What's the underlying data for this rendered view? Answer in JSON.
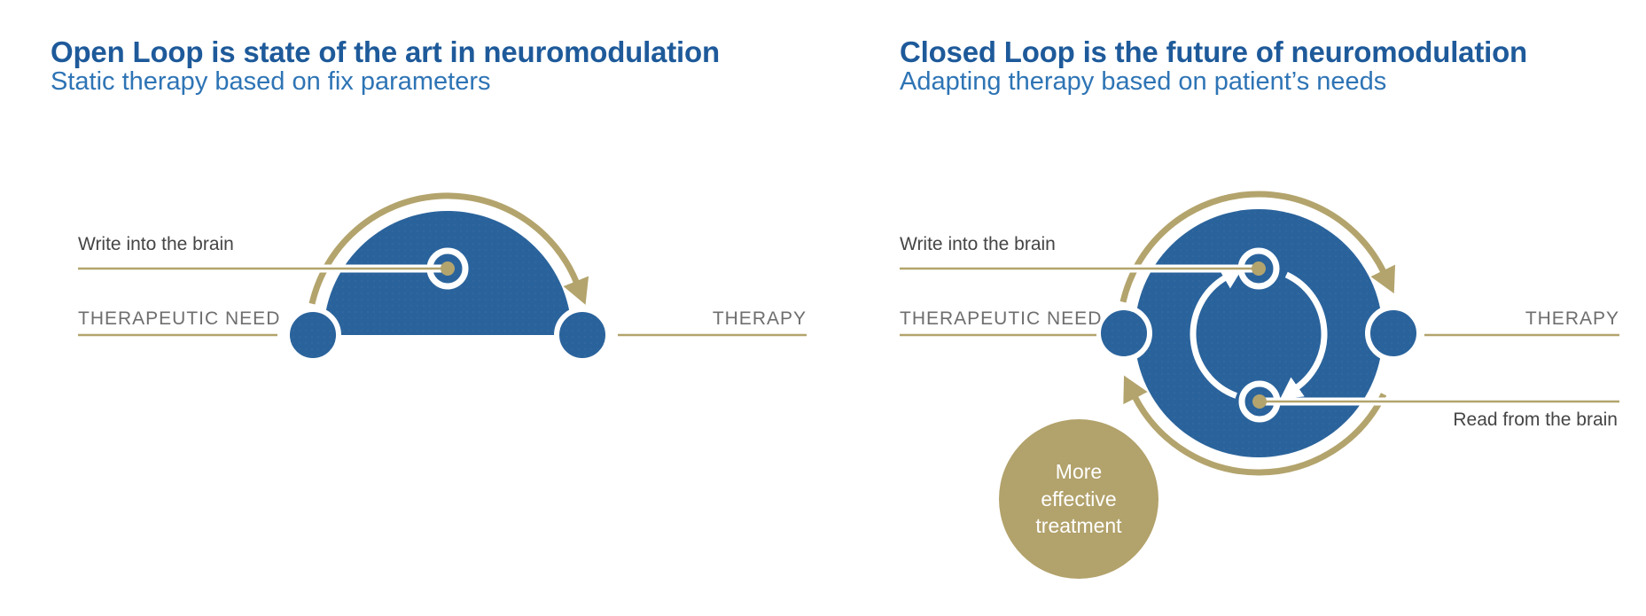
{
  "left_panel": {
    "title": "Open Loop is state of the art in neuromodulation",
    "subtitle": "Static therapy based on fix parameters",
    "labels": {
      "write": "Write into the brain",
      "need": "THERAPEUTIC NEED",
      "therapy": "THERAPY"
    }
  },
  "right_panel": {
    "title": "Closed Loop is the future of neuromodulation",
    "subtitle": "Adapting therapy based on patient’s needs",
    "labels": {
      "write": "Write into the brain",
      "read": "Read from the brain",
      "need": "THERAPEUTIC NEED",
      "therapy": "THERAPY",
      "badge_line1": "More",
      "badge_line2": "effective",
      "badge_line3": "treatment"
    }
  },
  "colors": {
    "brand_blue": "#2a639c",
    "accent_tan": "#b3a46d",
    "title_blue": "#1e5a9a",
    "subtitle_blue": "#2e74b5",
    "label_dark_gray": "#454545",
    "label_light_gray": "#6e6e6e",
    "badge_text": "#ffffff"
  },
  "icons": {
    "loop_arrow": "tan curved arrow",
    "cycle_arrows": "white circular arrows",
    "target_dot": "tan dot in white ring"
  }
}
